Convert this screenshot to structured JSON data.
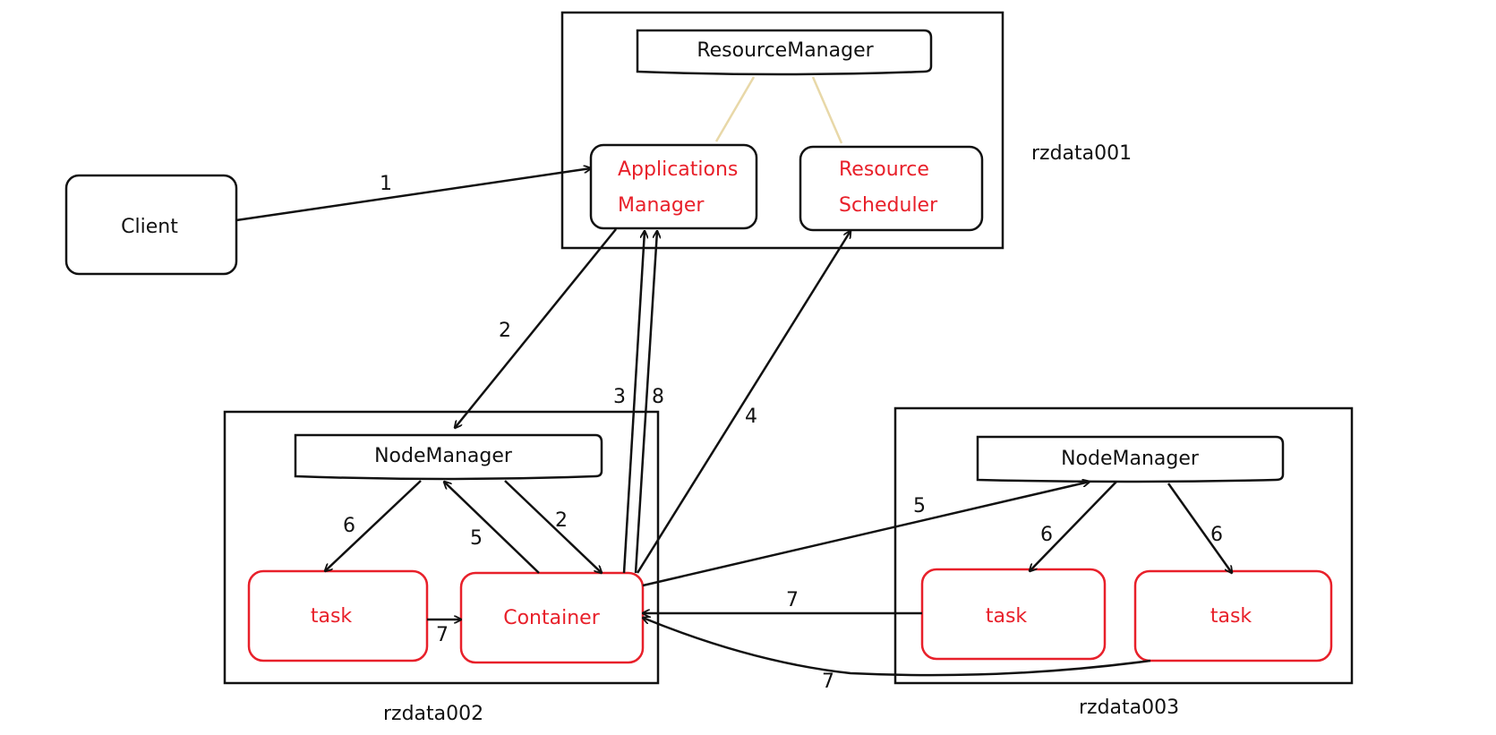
{
  "hosts": {
    "host1": "rzdata001",
    "host2": "rzdata002",
    "host3": "rzdata003"
  },
  "nodes": {
    "client": "Client",
    "resource_manager": "ResourceManager",
    "applications_manager_line1": "Applications",
    "applications_manager_line2": "Manager",
    "resource_scheduler_line1": "Resource",
    "resource_scheduler_line2": "Scheduler",
    "node_manager_2": "NodeManager",
    "node_manager_3": "NodeManager",
    "task_2": "task",
    "container": "Container",
    "task_3a": "task",
    "task_3b": "task"
  },
  "steps": {
    "s1": "1",
    "s2_top": "2",
    "s3": "3",
    "s8": "8",
    "s4": "4",
    "s6_left": "6",
    "s5_left": "5",
    "s2_bottom": "2",
    "s7_task": "7",
    "s5_right": "5",
    "s6_right_a": "6",
    "s6_right_b": "6",
    "s7_mid": "7",
    "s7_bottom": "7"
  },
  "colors": {
    "line": "#111111",
    "highlight": "#e8202a",
    "link": "#e8d8a8"
  }
}
